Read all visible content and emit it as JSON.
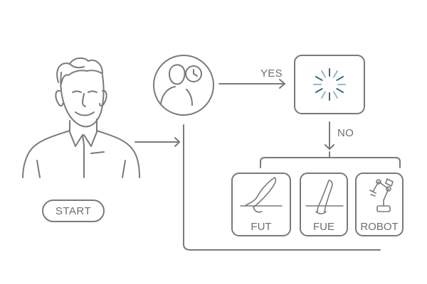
{
  "start": {
    "label": "START"
  },
  "decision": {
    "yes_label": "YES",
    "no_label": "NO"
  },
  "methods": [
    {
      "label": "FUT"
    },
    {
      "label": "FUE"
    },
    {
      "label": "ROBOT"
    }
  ],
  "colors": {
    "line": "#7a7a7a",
    "text": "#6e6e6e",
    "spinner_dark": "#3d6a7a",
    "spinner_light": "#9bb8c2"
  },
  "icons": {
    "person": "person-icon",
    "consultation": "consultation-clock-icon",
    "spinner": "loading-spinner-icon",
    "fut": "scalpel-strip-icon",
    "fue": "follicle-punch-icon",
    "robot": "robotic-arm-icon"
  }
}
